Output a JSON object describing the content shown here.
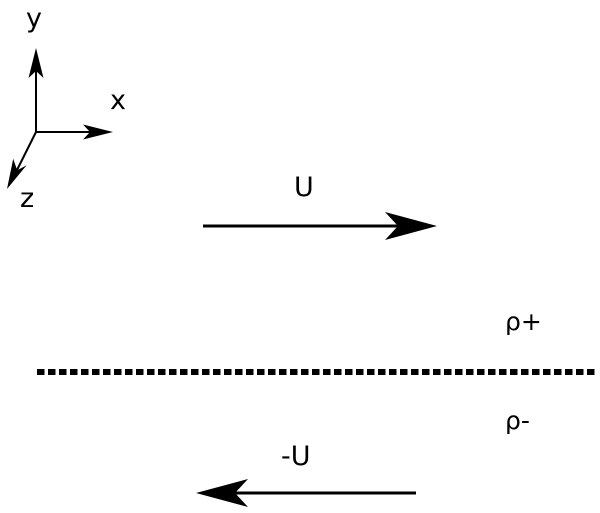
{
  "axes": {
    "y_label": "y",
    "x_label": "x",
    "z_label": "z"
  },
  "upper_layer": {
    "velocity_label": "U",
    "density_label": "ρ+"
  },
  "lower_layer": {
    "velocity_label": "-U",
    "density_label": "ρ-"
  },
  "colors": {
    "stroke": "#000000",
    "background": "#ffffff"
  }
}
